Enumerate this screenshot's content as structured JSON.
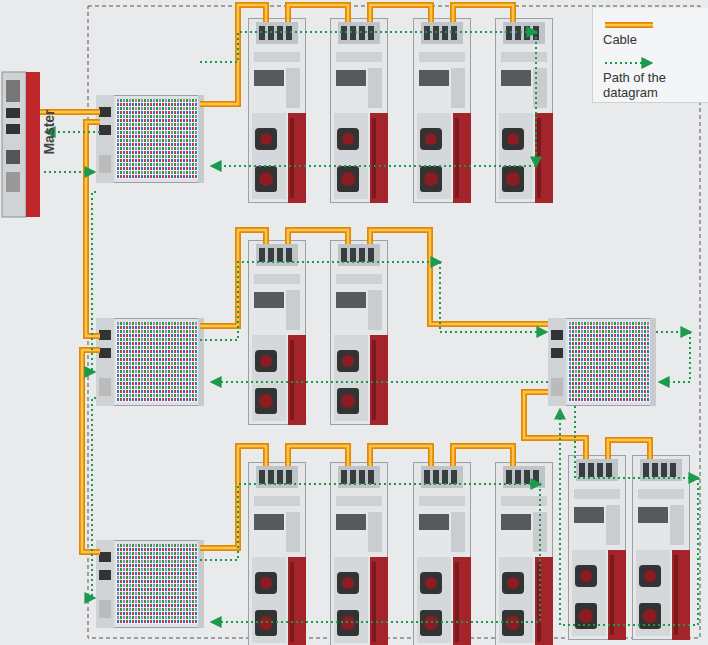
{
  "diagram": {
    "nodes": [
      {
        "text": [
          "Master"
        ]
      }
    ],
    "legend": [
      {
        "text": "Cable"
      },
      {
        "text": "Path of the datagram"
      }
    ]
  }
}
